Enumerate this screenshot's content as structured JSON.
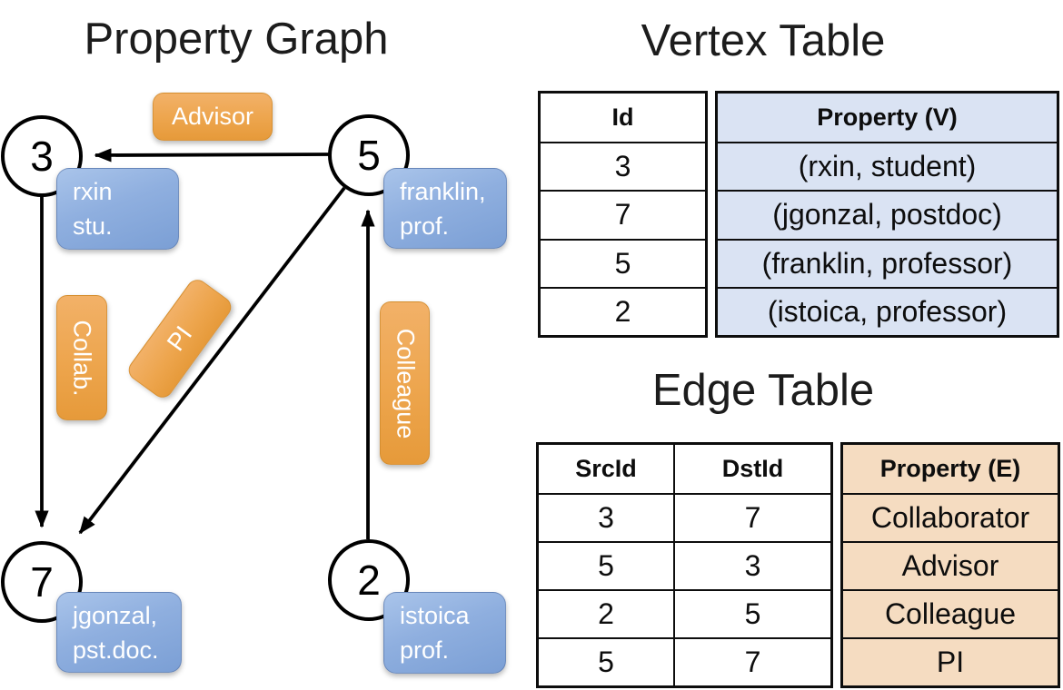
{
  "graph": {
    "title": "Property Graph",
    "nodes": [
      {
        "id": "3",
        "label": "rxin\nstu."
      },
      {
        "id": "5",
        "label": "franklin,\nprof."
      },
      {
        "id": "7",
        "label": "jgonzal,\npst.doc."
      },
      {
        "id": "2",
        "label": "istoica\nprof."
      }
    ],
    "edge_labels": {
      "advisor": "Advisor",
      "collab": "Collab.",
      "pi": "PI",
      "colleague": "Colleague"
    },
    "edges": [
      {
        "src": "5",
        "dst": "3",
        "label": "Advisor"
      },
      {
        "src": "3",
        "dst": "7",
        "label": "Collab."
      },
      {
        "src": "5",
        "dst": "7",
        "label": "PI"
      },
      {
        "src": "2",
        "dst": "5",
        "label": "Colleague"
      }
    ]
  },
  "vertex_table": {
    "title": "Vertex Table",
    "headers": {
      "id": "Id",
      "property": "Property (V)"
    },
    "rows": [
      {
        "id": "3",
        "property": "(rxin, student)"
      },
      {
        "id": "7",
        "property": "(jgonzal, postdoc)"
      },
      {
        "id": "5",
        "property": "(franklin, professor)"
      },
      {
        "id": "2",
        "property": "(istoica, professor)"
      }
    ]
  },
  "edge_table": {
    "title": "Edge Table",
    "headers": {
      "src": "SrcId",
      "dst": "DstId",
      "property": "Property (E)"
    },
    "rows": [
      {
        "src": "3",
        "dst": "7",
        "property": "Collaborator"
      },
      {
        "src": "5",
        "dst": "3",
        "property": "Advisor"
      },
      {
        "src": "2",
        "dst": "5",
        "property": "Colleague"
      },
      {
        "src": "5",
        "dst": "7",
        "property": "PI"
      }
    ]
  },
  "colors": {
    "edge_label_fill": "#eda54d",
    "vertex_label_fill": "#8fafdf",
    "vertex_table_cell_fill": "#dae3f3",
    "edge_table_cell_fill": "#f5dcc1",
    "line_color": "#000000"
  }
}
